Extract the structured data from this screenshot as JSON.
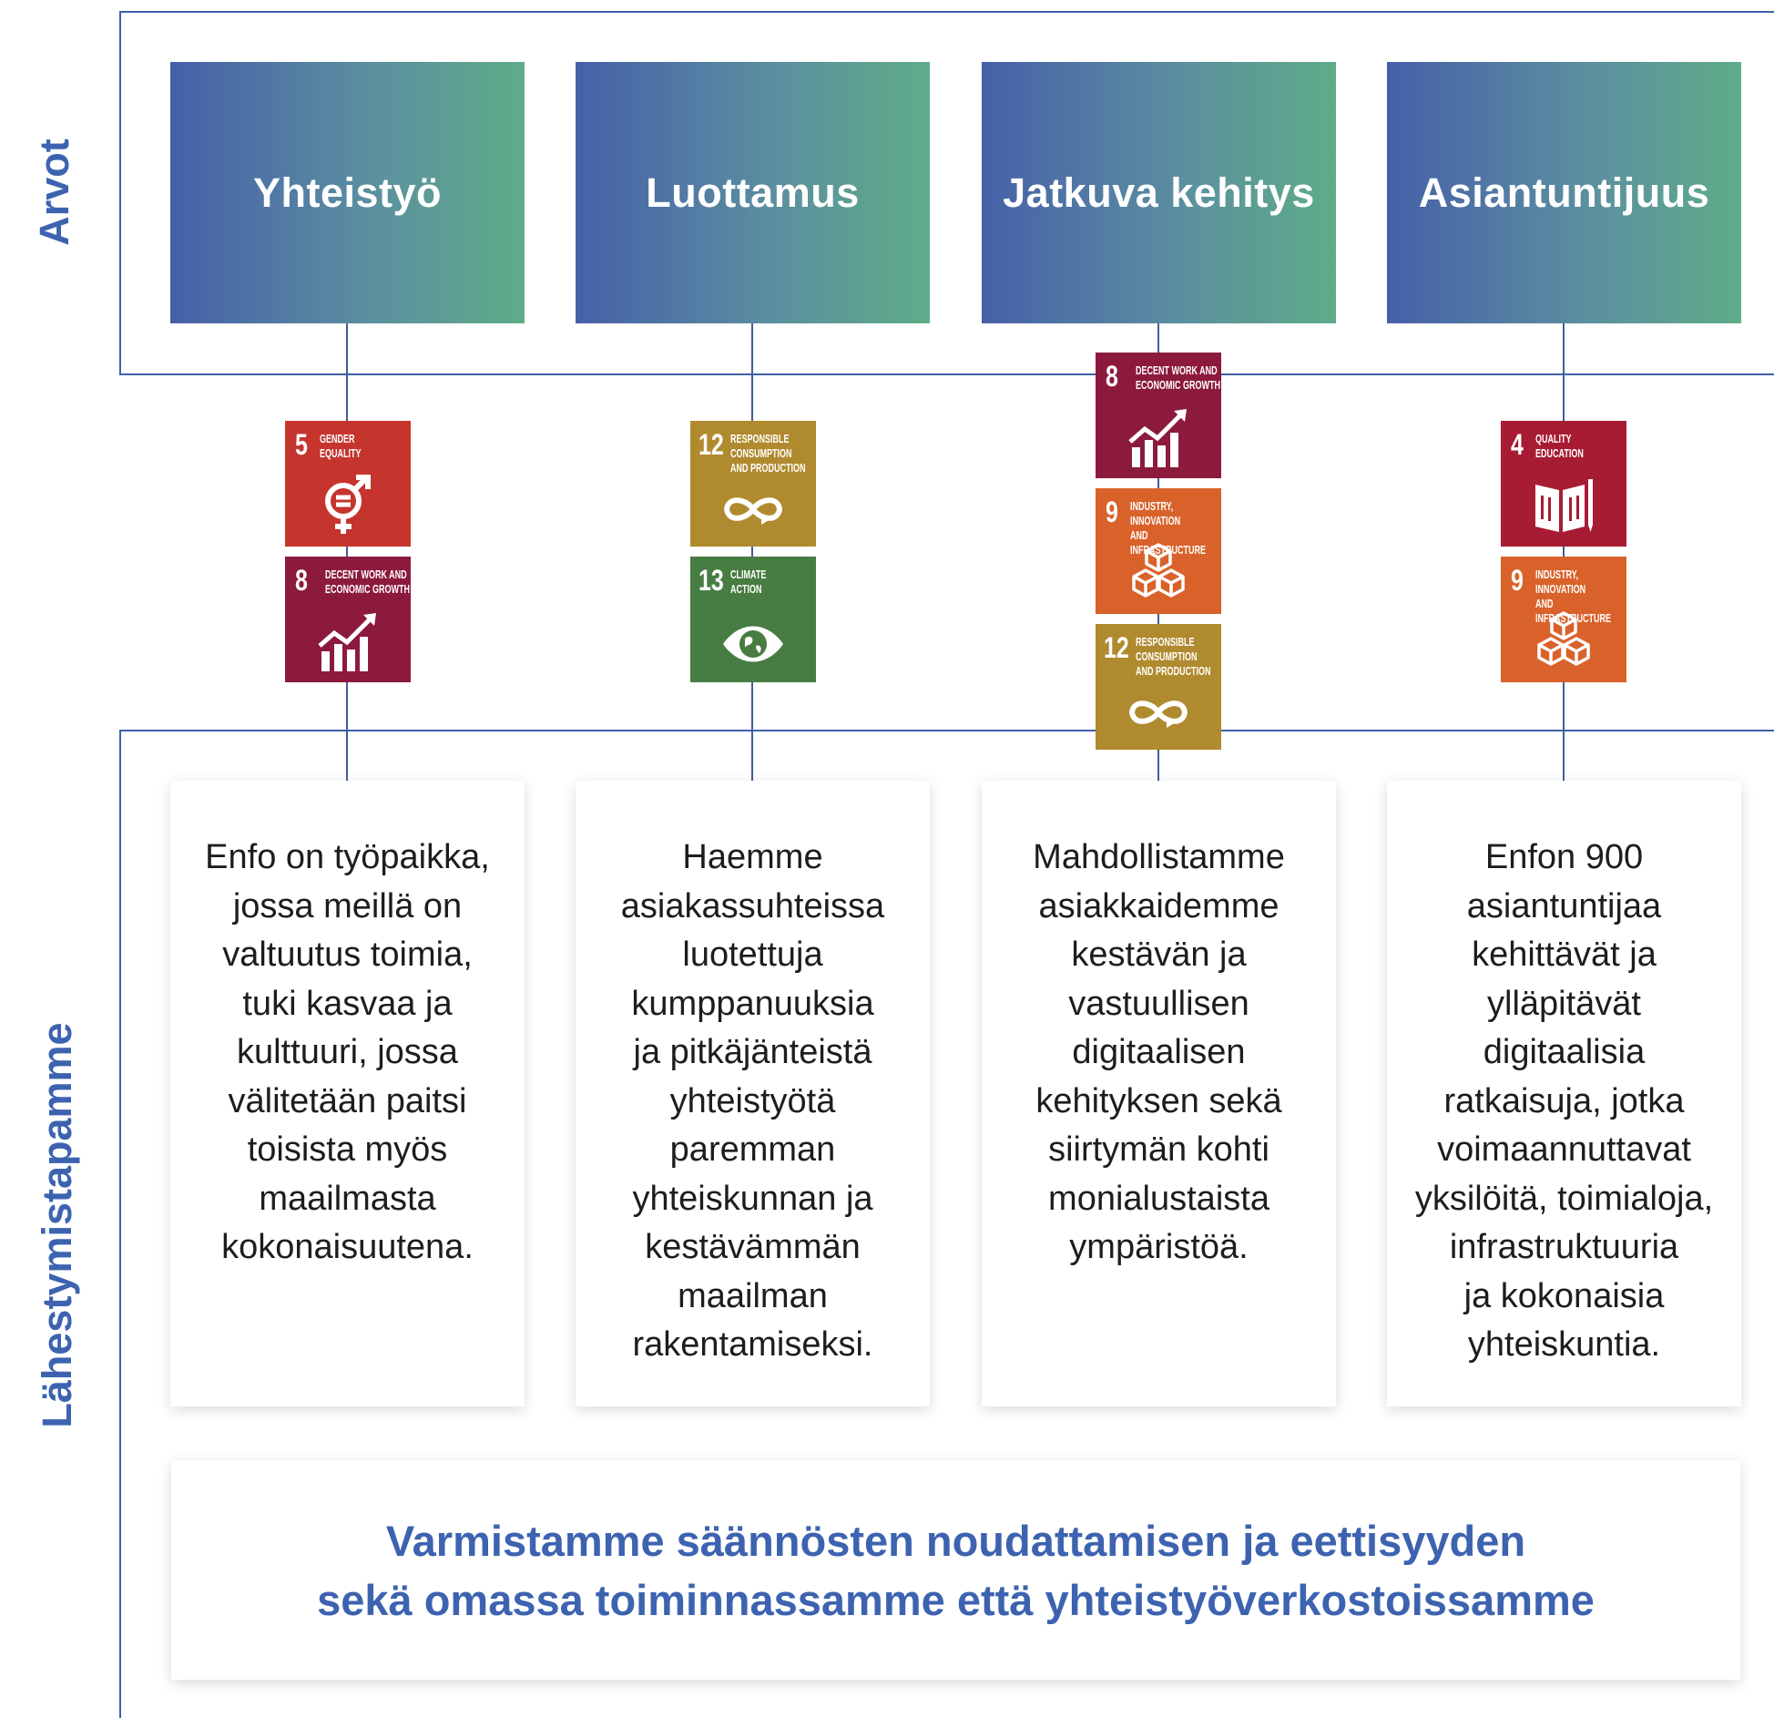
{
  "labels": {
    "arvot": "Arvot",
    "lahestymistapamme": "Lähestymistapamme"
  },
  "columns": [
    {
      "value": "Yhteistyö",
      "description": "Enfo on työpaikka,\njossa meillä on\nvaltuutus toimia,\ntuki kasvaa ja\nkulttuuri, jossa\nvälitetään paitsi\ntoisista myös\nmaailmasta\nkokonaisuutena.",
      "sdgs": [
        {
          "number": "5",
          "title": "GENDER\nEQUALITY",
          "color": "#c5352e",
          "icon": "gender-equality-icon"
        },
        {
          "number": "8",
          "title": "DECENT WORK AND\nECONOMIC GROWTH",
          "color": "#8c1a3d",
          "icon": "growth-chart-icon"
        }
      ]
    },
    {
      "value": "Luottamus",
      "description": "Haemme\nasiakassuhteissa\nluotettuja\nkumppanuuksia\nja pitkäjänteistä\nyhteistyötä\nparemman\nyhteiskunnan ja\nkestävämmän\nmaailman\nrakentamiseksi.",
      "sdgs": [
        {
          "number": "12",
          "title": "RESPONSIBLE\nCONSUMPTION\nAND PRODUCTION",
          "color": "#b08a2e",
          "icon": "infinity-icon"
        },
        {
          "number": "13",
          "title": "CLIMATE\nACTION",
          "color": "#477c42",
          "icon": "eye-globe-icon"
        }
      ]
    },
    {
      "value": "Jatkuva kehitys",
      "description": "Mahdollistamme\nasiakkaidemme\nkestävän ja\nvastuullisen\ndigitaalisen\nkehityksen sekä\nsiirtymän kohti\nmonialustaista\nympäristöä.",
      "sdgs": [
        {
          "number": "8",
          "title": "DECENT WORK AND\nECONOMIC GROWTH",
          "color": "#8c1a3d",
          "icon": "growth-chart-icon"
        },
        {
          "number": "9",
          "title": "INDUSTRY, INNOVATION\nAND INFRASTRUCTURE",
          "color": "#d9622b",
          "icon": "cubes-icon"
        },
        {
          "number": "12",
          "title": "RESPONSIBLE\nCONSUMPTION\nAND PRODUCTION",
          "color": "#b08a2e",
          "icon": "infinity-icon"
        }
      ]
    },
    {
      "value": "Asiantuntijuus",
      "description": "Enfon 900\nasiantuntijaa\nkehittävät ja\nylläpitävät\ndigitaalisia\nratkaisuja, jotka\nvoimaannuttavat\nyksilöitä, toimialoja,\ninfrastruktuuria\nja kokonaisia\nyhteiskuntia.",
      "sdgs": [
        {
          "number": "4",
          "title": "QUALITY\nEDUCATION",
          "color": "#a71c32",
          "icon": "book-pencil-icon"
        },
        {
          "number": "9",
          "title": "INDUSTRY, INNOVATION\nAND INFRASTRUCTURE",
          "color": "#d9622b",
          "icon": "cubes-icon"
        }
      ]
    }
  ],
  "footer": "Varmistamme säännösten noudattamisen ja eettisyyden\nsekä omassa toiminnassamme että yhteistyöverkostoissamme"
}
